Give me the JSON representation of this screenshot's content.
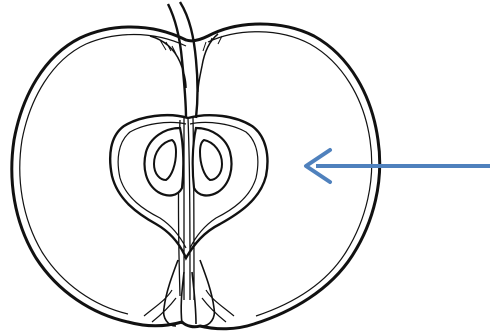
{
  "figure": {
    "subject": "apple-cross-section",
    "style": "black-and-white line drawing",
    "line_color": "#111111",
    "background_color": "#ffffff",
    "arrow": {
      "color": "#4f81bd",
      "direction": "left",
      "points_to": "flesh"
    }
  }
}
